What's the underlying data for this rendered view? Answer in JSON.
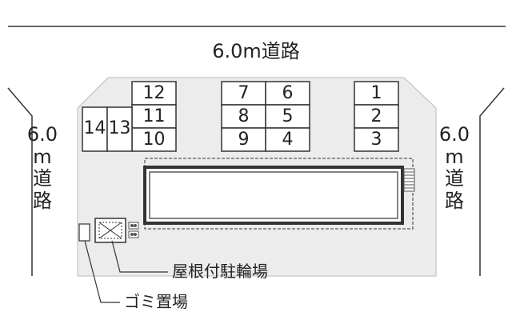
{
  "roads": {
    "top": "6.0m道路",
    "left": [
      "6.0",
      "m",
      "道",
      "路"
    ],
    "right": [
      "6.0",
      "m",
      "道",
      "路"
    ]
  },
  "parking_slots": [
    "1",
    "2",
    "3",
    "4",
    "5",
    "6",
    "7",
    "8",
    "9",
    "10",
    "11",
    "12",
    "13",
    "14"
  ],
  "legend": {
    "bicycle_parking": "屋根付駐輪場",
    "garbage": "ゴミ置場"
  }
}
